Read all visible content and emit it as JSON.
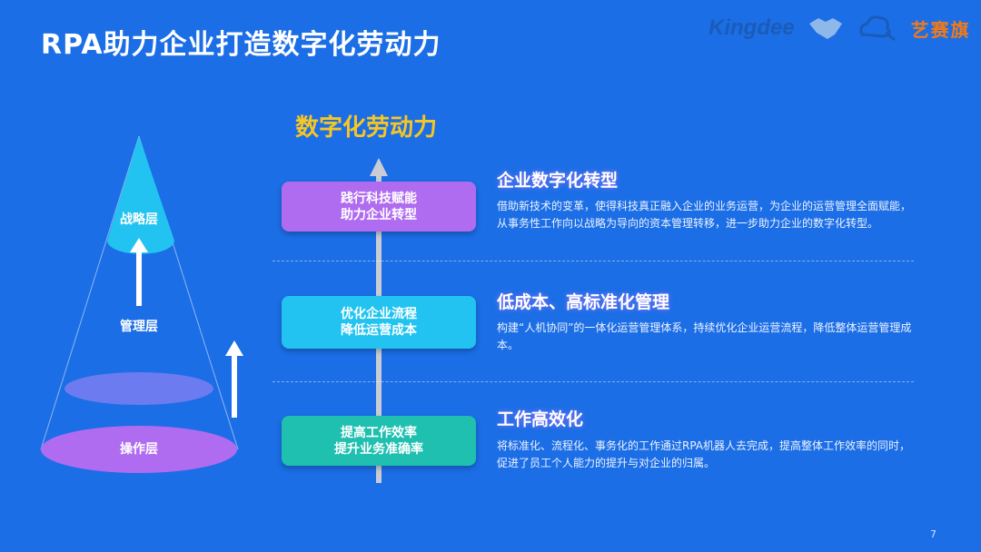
{
  "title": "RPA助力企业打造数字化劳动力",
  "logos": {
    "kingdee": "Kingdee",
    "partner": "艺赛旗"
  },
  "subtitle": "数字化劳动力",
  "pyramid": {
    "top": "战略层",
    "middle": "管理层",
    "bottom": "操作层"
  },
  "rows": [
    {
      "box": [
        "践行科技赋能",
        "助力企业转型"
      ],
      "heading": "企业数字化转型",
      "text": "借助新技术的变革，使得科技真正融入企业的业务运营，为企业的运营管理全面赋能，从事务性工作向以战略为导向的资本管理转移，进一步助力企业的数字化转型。"
    },
    {
      "box": [
        "优化企业流程",
        "降低运营成本"
      ],
      "heading": "低成本、高标准化管理",
      "text": "构建“人机协同”的一体化运营管理体系，持续优化企业运营流程，降低整体运营管理成本。"
    },
    {
      "box": [
        "提高工作效率",
        "提升业务准确率"
      ],
      "heading": "工作高效化",
      "text": "将标准化、流程化、事务化的工作通过RPA机器人去完成，提高整体工作效率的同时，促进了员工个人能力的提升与对企业的归属。"
    }
  ],
  "page_number": "7",
  "colors": {
    "bg": "#1b6ee6",
    "gold": "#f7c624",
    "purple": "#b06cf0",
    "cyan": "#22c3f0",
    "teal": "#1fc0b0"
  }
}
